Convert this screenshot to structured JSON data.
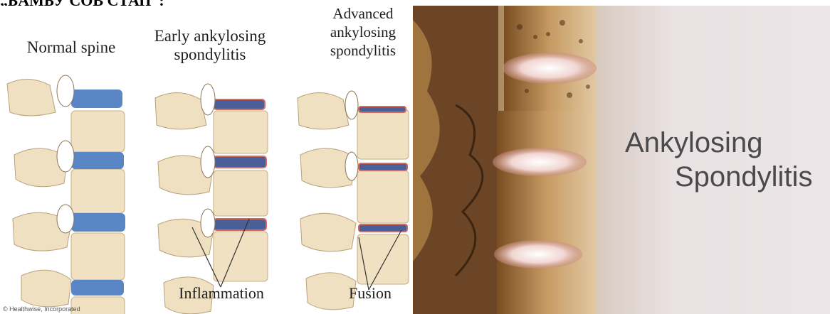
{
  "heading": "„БАМБУ СОВ СТАП“:",
  "left_panel": {
    "captions": {
      "normal": "Normal spine",
      "early_line1": "Early ankylosing",
      "early_line2": "spondylitis",
      "advanced_line1": "Advanced",
      "advanced_line2": "ankylosing",
      "advanced_line3": "spondylitis",
      "inflammation": "Inflammation",
      "fusion": "Fusion"
    },
    "credit": "© Healthwise, Incorporated",
    "colors": {
      "bone": "#efe1c1",
      "disc_normal": "#5b86c6",
      "disc_narrow": "#4a5e98",
      "inflamed": "#d9695a"
    }
  },
  "right_panel": {
    "title_line1": "Ankylosing",
    "title_line2": "Spondylitis",
    "colors": {
      "bone_dark": "#7a4d22",
      "bone_light": "#d9b98a",
      "background": "#e9e1e2",
      "text": "#4a4a4c"
    }
  }
}
